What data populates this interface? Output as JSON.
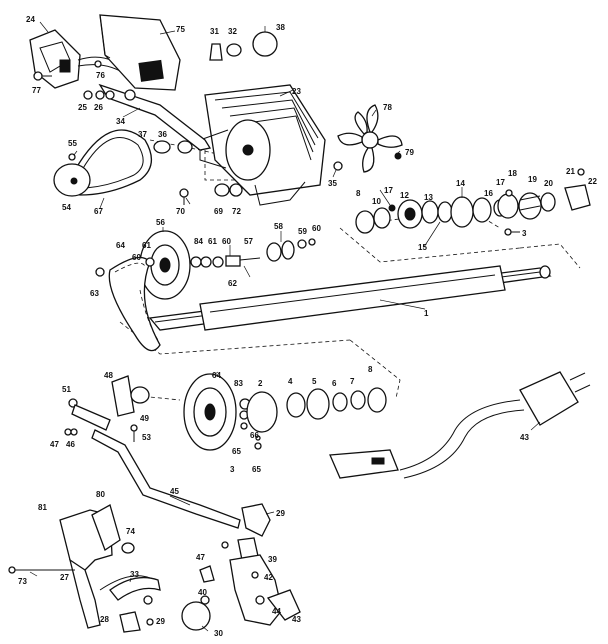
{
  "labels": {
    "p24a": "24",
    "p75": "75",
    "p31": "31",
    "p32": "32",
    "p38": "38",
    "p23": "23",
    "p78": "78",
    "p79": "79",
    "p77": "77",
    "p76": "76",
    "p25": "25",
    "p26": "26",
    "p34": "34",
    "p37": "37",
    "p36": "36",
    "p55": "55",
    "p54": "54",
    "p67": "67",
    "p70": "70",
    "p69": "69",
    "p72": "72",
    "p35": "35",
    "p8a": "8",
    "p10": "10",
    "p17a": "17",
    "p12": "12",
    "p13": "13",
    "p14": "14",
    "p15": "15",
    "p16": "16",
    "p17b": "17",
    "p18": "18",
    "p19": "19",
    "p20": "20",
    "p21": "21",
    "p22": "22",
    "p3a": "3",
    "p56": "56",
    "p64a": "64",
    "p61a": "61",
    "p60a": "60",
    "p84": "84",
    "p61b": "61",
    "p60b": "60",
    "p57": "57",
    "p62": "62",
    "p58": "58",
    "p59": "59",
    "p60c": "60",
    "p63": "63",
    "p1": "1",
    "p64b": "64",
    "p83": "83",
    "p2": "2",
    "p4": "4",
    "p5": "5",
    "p6": "6",
    "p7": "7",
    "p8b": "8",
    "p51": "51",
    "p48": "48",
    "p49": "49",
    "p47a": "47",
    "p46": "46",
    "p53": "53",
    "p66": "66",
    "p65a": "65",
    "p3b": "3",
    "p65b": "65",
    "p43a": "43",
    "p45": "45",
    "p29a": "29",
    "p81": "81",
    "p80": "80",
    "p74": "74",
    "p27": "27",
    "p73": "73",
    "p33": "33",
    "p47b": "47",
    "p39": "39",
    "p42": "42",
    "p44": "44",
    "p43b": "43",
    "p40": "40",
    "p28": "28",
    "p29b": "29",
    "p30": "30"
  }
}
